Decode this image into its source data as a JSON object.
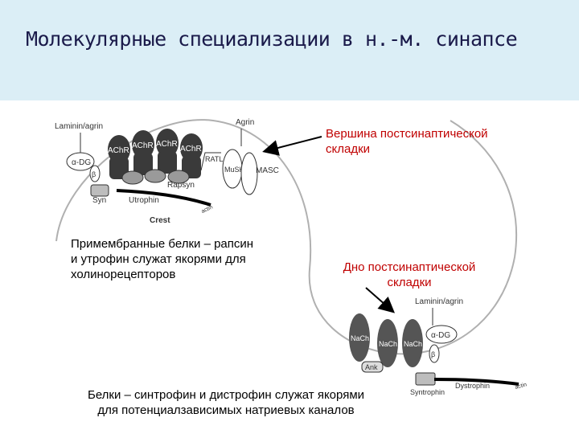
{
  "slide": {
    "title": "Молекулярные специализации в н.-м. синапсе"
  },
  "annotations": {
    "crest_top_label": "Вершина постсинаптической складки",
    "crest_top_lines": [
      "Вершина постсинаптической",
      "складки"
    ],
    "trough_label": "Дно постсинаптической складки",
    "trough_lines": [
      "Дно постсинаптической",
      "складки"
    ],
    "rapsyn_note_lines": [
      "Примембранные белки – рапсин",
      "и утрофин служат якорями для",
      "холинорецепторов"
    ],
    "syntrophin_note_lines": [
      "Белки – синтрофин и дистрофин служат якорями",
      "для потенциалзависимых натриевых каналов"
    ]
  },
  "crest_diagram": {
    "laminin": "Laminin/agrin",
    "agrin": "Agrin",
    "adg": "α-DG",
    "beta": "β",
    "syn": "Syn",
    "utrophin": "Utrophin",
    "receptors": [
      "AChR",
      "AChR",
      "AChR",
      "AChR"
    ],
    "rapsyn": "Rapsyn",
    "ratl": "RATL",
    "musk": "MuSK",
    "masc": "MASC",
    "actin": "actin",
    "crest": "Crest"
  },
  "trough_diagram": {
    "laminin": "Laminin/agrin",
    "channels": [
      "NaCh",
      "NaCh",
      "NaCh"
    ],
    "adg": "α-DG",
    "beta": "β",
    "ank": "Ank",
    "syntrophin": "Syntrophin",
    "dystrophin": "Dystrophin",
    "actin": "actin"
  },
  "colors": {
    "header_bg": "#dbeef6",
    "title_text": "#1a1a4a",
    "accent_red": "#c00000",
    "membrane": "#b0b0b0",
    "protein_dark": "#3a3a3a"
  }
}
